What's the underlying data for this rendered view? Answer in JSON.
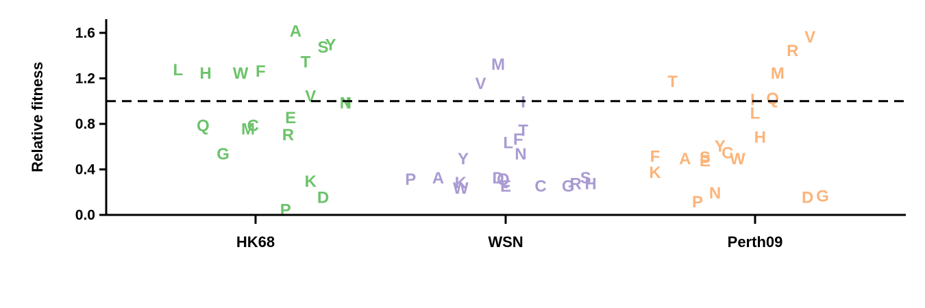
{
  "chart_data": {
    "type": "scatter",
    "title": "",
    "xlabel": "",
    "ylabel": "Relative fitness",
    "categories": [
      "HK68",
      "WSN",
      "Perth09"
    ],
    "ylim": [
      0,
      1.7
    ],
    "yticks": [
      "0.0",
      "0.4",
      "0.8",
      "1.2",
      "1.6"
    ],
    "reference_line": 1.0,
    "grid": false,
    "legend": "none",
    "series": [
      {
        "category": "HK68",
        "color": "#6cc36a",
        "points": [
          {
            "label": "A",
            "x": 0.16,
            "y": 1.62
          },
          {
            "label": "Y",
            "x": 0.3,
            "y": 1.5
          },
          {
            "label": "S",
            "x": 0.27,
            "y": 1.48
          },
          {
            "label": "T",
            "x": 0.2,
            "y": 1.35
          },
          {
            "label": "L",
            "x": -0.31,
            "y": 1.28
          },
          {
            "label": "H",
            "x": -0.2,
            "y": 1.25
          },
          {
            "label": "W",
            "x": -0.06,
            "y": 1.25
          },
          {
            "label": "F",
            "x": 0.02,
            "y": 1.27
          },
          {
            "label": "V",
            "x": 0.22,
            "y": 1.05
          },
          {
            "label": "N",
            "x": 0.36,
            "y": 0.99
          },
          {
            "label": "I",
            "x": 0.37,
            "y": 0.99
          },
          {
            "label": "E",
            "x": 0.14,
            "y": 0.86
          },
          {
            "label": "Q",
            "x": -0.21,
            "y": 0.79
          },
          {
            "label": "C",
            "x": -0.01,
            "y": 0.79
          },
          {
            "label": "M",
            "x": -0.03,
            "y": 0.76
          },
          {
            "label": "R",
            "x": 0.13,
            "y": 0.71
          },
          {
            "label": "G",
            "x": -0.13,
            "y": 0.54
          },
          {
            "label": "K",
            "x": 0.22,
            "y": 0.3
          },
          {
            "label": "D",
            "x": 0.27,
            "y": 0.16
          },
          {
            "label": "P",
            "x": 0.12,
            "y": 0.05
          }
        ]
      },
      {
        "category": "WSN",
        "color": "#aa9bd2",
        "points": [
          {
            "label": "M",
            "x": -0.03,
            "y": 1.33
          },
          {
            "label": "V",
            "x": -0.1,
            "y": 1.16
          },
          {
            "label": "I",
            "x": 0.07,
            "y": 1.0
          },
          {
            "label": "T",
            "x": 0.07,
            "y": 0.75
          },
          {
            "label": "F",
            "x": 0.05,
            "y": 0.67
          },
          {
            "label": "L",
            "x": 0.01,
            "y": 0.64
          },
          {
            "label": "N",
            "x": 0.06,
            "y": 0.54
          },
          {
            "label": "Y",
            "x": -0.17,
            "y": 0.5
          },
          {
            "label": "A",
            "x": -0.27,
            "y": 0.33
          },
          {
            "label": "P",
            "x": -0.38,
            "y": 0.32
          },
          {
            "label": "D",
            "x": -0.03,
            "y": 0.33
          },
          {
            "label": "Q",
            "x": -0.01,
            "y": 0.32
          },
          {
            "label": "K",
            "x": -0.18,
            "y": 0.29
          },
          {
            "label": "W",
            "x": -0.18,
            "y": 0.24
          },
          {
            "label": "E",
            "x": 0.0,
            "y": 0.26
          },
          {
            "label": "C",
            "x": 0.14,
            "y": 0.26
          },
          {
            "label": "G",
            "x": 0.25,
            "y": 0.26
          },
          {
            "label": "S",
            "x": 0.32,
            "y": 0.33
          },
          {
            "label": "R",
            "x": 0.28,
            "y": 0.28
          },
          {
            "label": "H",
            "x": 0.34,
            "y": 0.28
          }
        ]
      },
      {
        "category": "Perth09",
        "color": "#fbb47a",
        "points": [
          {
            "label": "V",
            "x": 0.22,
            "y": 1.57
          },
          {
            "label": "R",
            "x": 0.15,
            "y": 1.45
          },
          {
            "label": "M",
            "x": 0.09,
            "y": 1.25
          },
          {
            "label": "T",
            "x": -0.33,
            "y": 1.18
          },
          {
            "label": "I",
            "x": -0.01,
            "y": 1.02
          },
          {
            "label": "Q",
            "x": 0.07,
            "y": 1.03
          },
          {
            "label": "L",
            "x": 0.0,
            "y": 0.9
          },
          {
            "label": "H",
            "x": 0.02,
            "y": 0.69
          },
          {
            "label": "Y",
            "x": -0.14,
            "y": 0.61
          },
          {
            "label": "C",
            "x": -0.11,
            "y": 0.55
          },
          {
            "label": "W",
            "x": -0.07,
            "y": 0.5
          },
          {
            "label": "F",
            "x": -0.4,
            "y": 0.52
          },
          {
            "label": "A",
            "x": -0.28,
            "y": 0.5
          },
          {
            "label": "S",
            "x": -0.2,
            "y": 0.51
          },
          {
            "label": "E",
            "x": -0.2,
            "y": 0.48
          },
          {
            "label": "K",
            "x": -0.4,
            "y": 0.38
          },
          {
            "label": "N",
            "x": -0.16,
            "y": 0.2
          },
          {
            "label": "P",
            "x": -0.23,
            "y": 0.12
          },
          {
            "label": "D",
            "x": 0.21,
            "y": 0.16
          },
          {
            "label": "G",
            "x": 0.27,
            "y": 0.17
          }
        ]
      }
    ]
  }
}
